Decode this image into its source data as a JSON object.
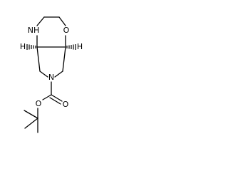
{
  "structure": {
    "atoms": {
      "nh": "NH",
      "o_ring": "O",
      "h_left": "H",
      "h_right": "H",
      "n_ring": "N",
      "o_carbonyl": "O",
      "o_ester": "O"
    }
  }
}
